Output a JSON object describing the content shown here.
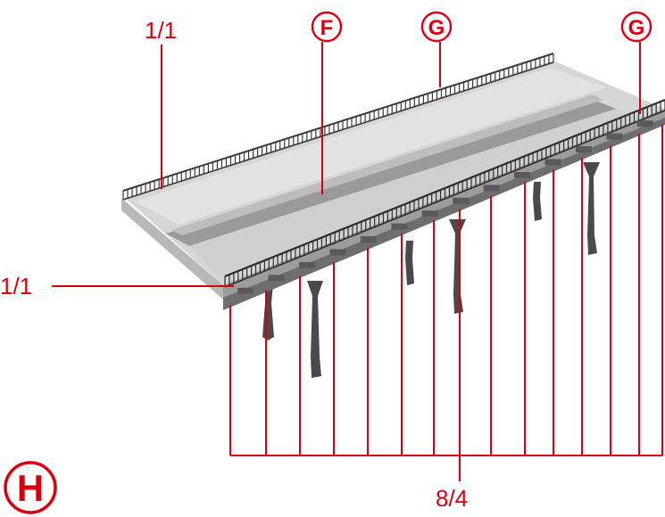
{
  "labels": {
    "top_left": "1/1",
    "side_left": "1/1",
    "bottom": "8/4",
    "circle_f": "F",
    "circle_g1": "G",
    "circle_g2": "G",
    "circle_h": "H"
  },
  "colors": {
    "accent": "#d8000f",
    "deck_light": "#dcdcdc",
    "deck_mid": "#c4c4c4",
    "deck_dark": "#8f8f8f",
    "railing": "#3a3a3a",
    "pier": "#4a4a4a"
  }
}
